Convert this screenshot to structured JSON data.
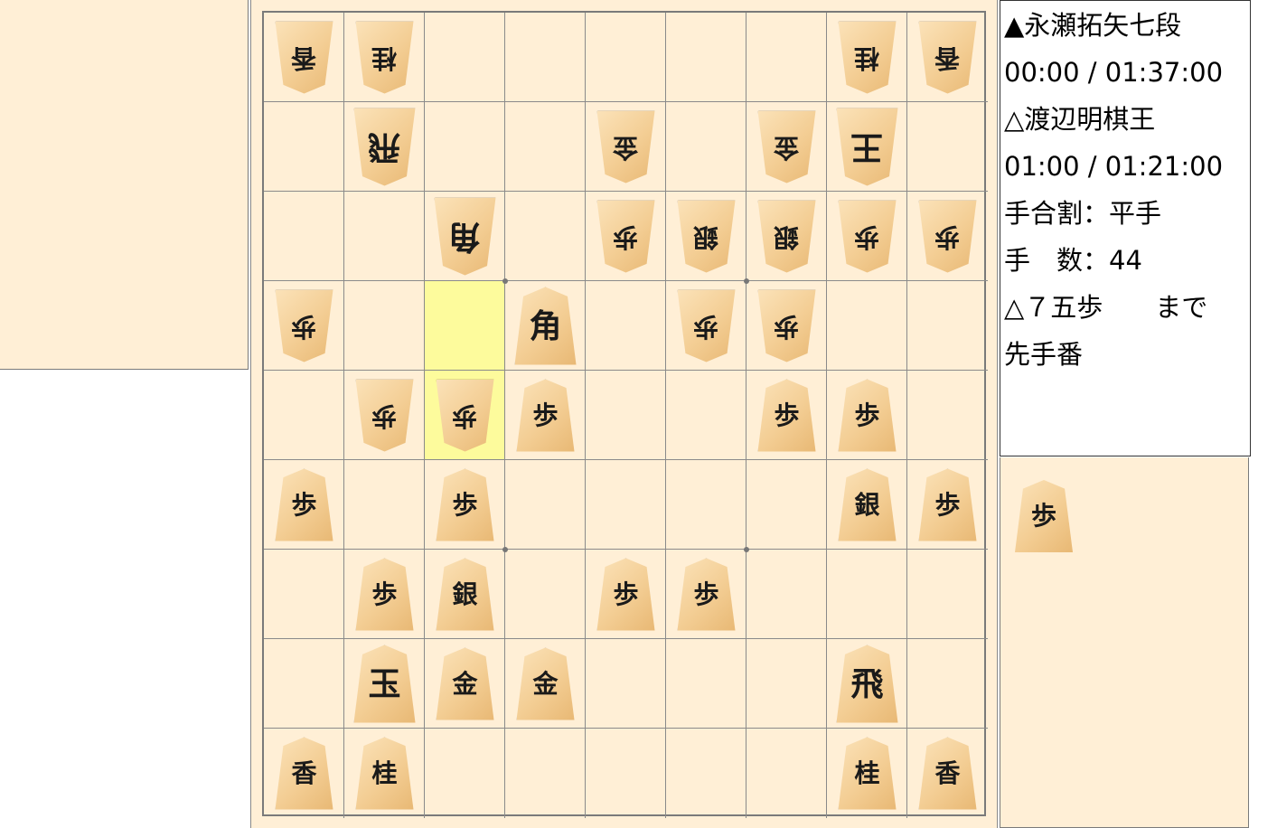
{
  "info": {
    "sente_player": "▲永瀬拓矢七段",
    "sente_time": "00:00 / 01:37:00",
    "gote_player": "△渡辺明棋王",
    "gote_time": "01:00 / 01:21:00",
    "handicap": "手合割：平手",
    "move_count": "手　数：44",
    "last_move": "△７五歩　　まで",
    "turn": "先手番"
  },
  "board": {
    "files": 9,
    "ranks": 9,
    "highlight_squares": [
      [
        7,
        4
      ],
      [
        7,
        5
      ]
    ],
    "pieces": [
      {
        "file": 9,
        "rank": 1,
        "label": "香",
        "owner": "gote"
      },
      {
        "file": 8,
        "rank": 1,
        "label": "桂",
        "owner": "gote"
      },
      {
        "file": 2,
        "rank": 1,
        "label": "桂",
        "owner": "gote"
      },
      {
        "file": 1,
        "rank": 1,
        "label": "香",
        "owner": "gote"
      },
      {
        "file": 8,
        "rank": 2,
        "label": "飛",
        "owner": "gote"
      },
      {
        "file": 5,
        "rank": 2,
        "label": "金",
        "owner": "gote"
      },
      {
        "file": 3,
        "rank": 2,
        "label": "金",
        "owner": "gote"
      },
      {
        "file": 2,
        "rank": 2,
        "label": "王",
        "owner": "gote"
      },
      {
        "file": 7,
        "rank": 3,
        "label": "角",
        "owner": "gote"
      },
      {
        "file": 5,
        "rank": 3,
        "label": "歩",
        "owner": "gote"
      },
      {
        "file": 4,
        "rank": 3,
        "label": "銀",
        "owner": "gote"
      },
      {
        "file": 3,
        "rank": 3,
        "label": "銀",
        "owner": "gote"
      },
      {
        "file": 2,
        "rank": 3,
        "label": "歩",
        "owner": "gote"
      },
      {
        "file": 1,
        "rank": 3,
        "label": "歩",
        "owner": "gote"
      },
      {
        "file": 9,
        "rank": 4,
        "label": "歩",
        "owner": "gote"
      },
      {
        "file": 6,
        "rank": 4,
        "label": "角",
        "owner": "sente"
      },
      {
        "file": 4,
        "rank": 4,
        "label": "歩",
        "owner": "gote"
      },
      {
        "file": 3,
        "rank": 4,
        "label": "歩",
        "owner": "gote"
      },
      {
        "file": 8,
        "rank": 5,
        "label": "歩",
        "owner": "gote"
      },
      {
        "file": 7,
        "rank": 5,
        "label": "歩",
        "owner": "gote"
      },
      {
        "file": 6,
        "rank": 5,
        "label": "歩",
        "owner": "sente"
      },
      {
        "file": 3,
        "rank": 5,
        "label": "歩",
        "owner": "sente"
      },
      {
        "file": 2,
        "rank": 5,
        "label": "歩",
        "owner": "sente"
      },
      {
        "file": 9,
        "rank": 6,
        "label": "歩",
        "owner": "sente"
      },
      {
        "file": 7,
        "rank": 6,
        "label": "歩",
        "owner": "sente"
      },
      {
        "file": 2,
        "rank": 6,
        "label": "銀",
        "owner": "sente"
      },
      {
        "file": 1,
        "rank": 6,
        "label": "歩",
        "owner": "sente"
      },
      {
        "file": 8,
        "rank": 7,
        "label": "歩",
        "owner": "sente"
      },
      {
        "file": 7,
        "rank": 7,
        "label": "銀",
        "owner": "sente"
      },
      {
        "file": 5,
        "rank": 7,
        "label": "歩",
        "owner": "sente"
      },
      {
        "file": 4,
        "rank": 7,
        "label": "歩",
        "owner": "sente"
      },
      {
        "file": 8,
        "rank": 8,
        "label": "玉",
        "owner": "sente"
      },
      {
        "file": 7,
        "rank": 8,
        "label": "金",
        "owner": "sente"
      },
      {
        "file": 6,
        "rank": 8,
        "label": "金",
        "owner": "sente"
      },
      {
        "file": 2,
        "rank": 8,
        "label": "飛",
        "owner": "sente"
      },
      {
        "file": 9,
        "rank": 9,
        "label": "香",
        "owner": "sente"
      },
      {
        "file": 8,
        "rank": 9,
        "label": "桂",
        "owner": "sente"
      },
      {
        "file": 2,
        "rank": 9,
        "label": "桂",
        "owner": "sente"
      },
      {
        "file": 1,
        "rank": 9,
        "label": "香",
        "owner": "sente"
      }
    ]
  },
  "sente_hand": [
    {
      "label": "歩",
      "count": 1
    }
  ],
  "gote_hand": [],
  "colors": {
    "board": "#ffefd6",
    "highlight": "#fdfb9c",
    "grid": "#8a8a8a"
  }
}
